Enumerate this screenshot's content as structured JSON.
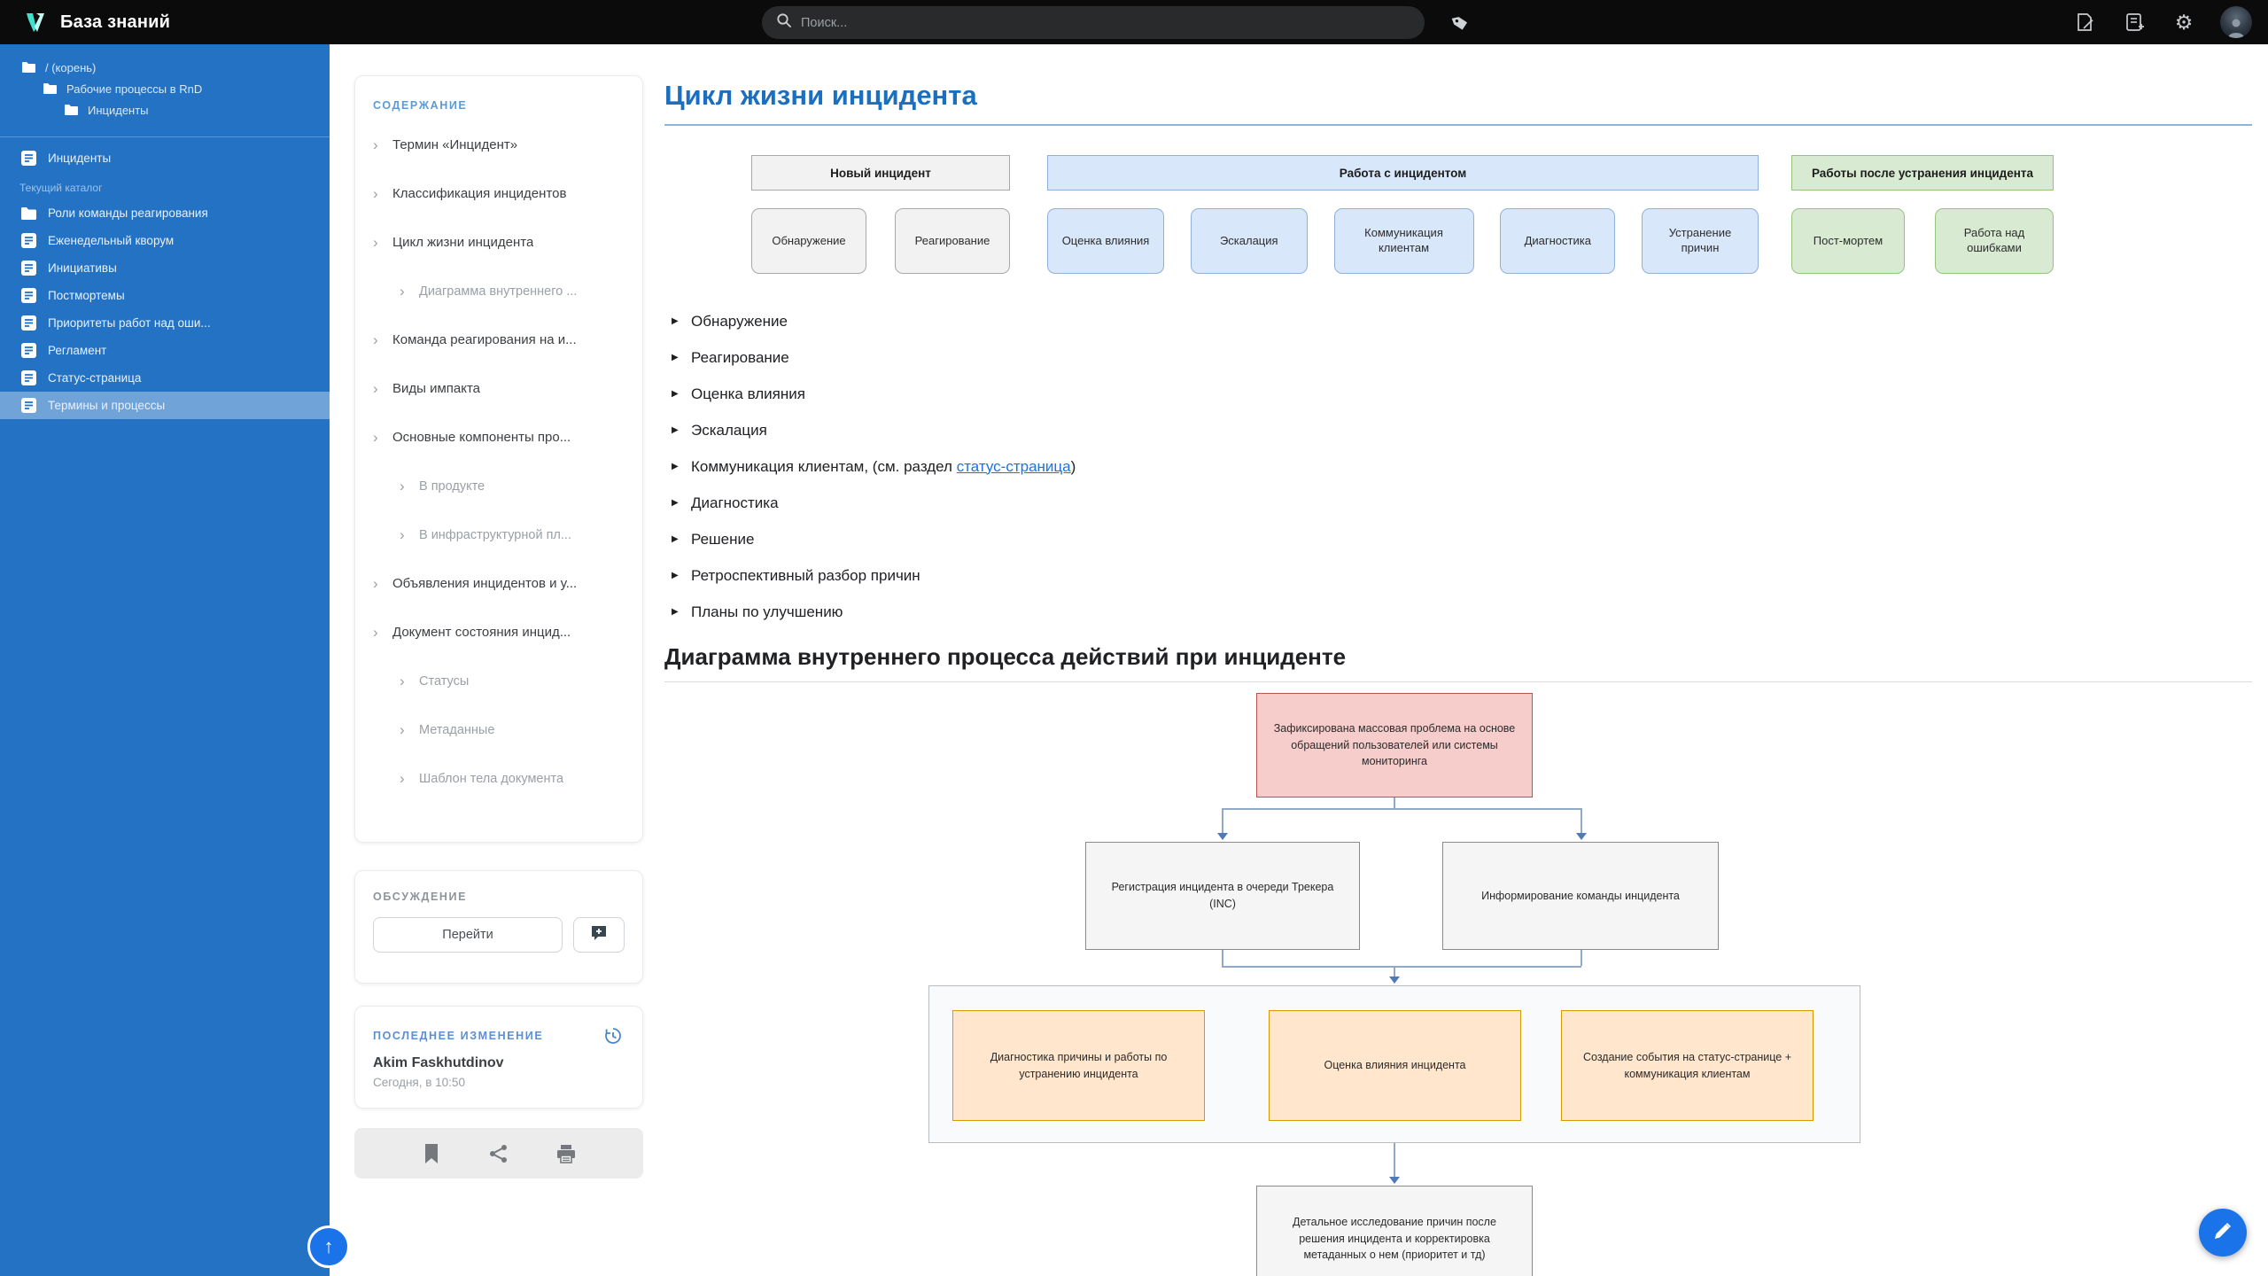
{
  "colors": {
    "topbar": "#0b0b0c",
    "sidebar": "#2472c4",
    "accent": "#1a73e8",
    "title_blue": "#1b6fc0",
    "toc_header_blue": "#5b9bd5",
    "diagram_pink": "#f6cdcb",
    "diagram_orange": "#ffe6cc",
    "diagram_blue": "#d9e7fa",
    "diagram_green": "#d9ead3"
  },
  "icons": {
    "chevron": "›",
    "bullet_triangle": "▶",
    "up_arrow": "↑",
    "gear": "⚙"
  },
  "topbar": {
    "app_title": "База знаний",
    "search_placeholder": "Поиск..."
  },
  "sidebar": {
    "tree": [
      {
        "label": "/ (корень)"
      },
      {
        "label": "Рабочие процессы в RnD"
      },
      {
        "label": "Инциденты"
      }
    ],
    "current_doc": {
      "label": "Инциденты"
    },
    "section_label": "Текущий каталог",
    "items": [
      {
        "label": "Роли команды реагирования",
        "type": "folder",
        "selected": false
      },
      {
        "label": "Еженедельный кворум",
        "type": "doc",
        "selected": false
      },
      {
        "label": "Инициативы",
        "type": "doc",
        "selected": false
      },
      {
        "label": "Постмортемы",
        "type": "doc",
        "selected": false
      },
      {
        "label": "Приоритеты работ над оши...",
        "type": "doc",
        "selected": false
      },
      {
        "label": "Регламент",
        "type": "doc",
        "selected": false
      },
      {
        "label": "Статус-страница",
        "type": "doc",
        "selected": false
      },
      {
        "label": "Термины и процессы",
        "type": "doc",
        "selected": true
      }
    ]
  },
  "toc": {
    "header": "СОДЕРЖАНИЕ",
    "items": [
      {
        "label": "Термин «Инцидент»",
        "level": 1
      },
      {
        "label": "Классификация инцидентов",
        "level": 1
      },
      {
        "label": "Цикл жизни инцидента",
        "level": 1
      },
      {
        "label": "Диаграмма внутреннего ...",
        "level": 2
      },
      {
        "label": "Команда реагирования на и...",
        "level": 1
      },
      {
        "label": "Виды импакта",
        "level": 1
      },
      {
        "label": "Основные компоненты про...",
        "level": 1
      },
      {
        "label": "В продукте",
        "level": 2
      },
      {
        "label": "В инфраструктурной пл...",
        "level": 2
      },
      {
        "label": "Объявления инцидентов и у...",
        "level": 1
      },
      {
        "label": "Документ состояния инцид...",
        "level": 1
      },
      {
        "label": "Статусы",
        "level": 2
      },
      {
        "label": "Метаданные",
        "level": 2
      },
      {
        "label": "Шаблон тела документа",
        "level": 2
      }
    ]
  },
  "discussion": {
    "header": "ОБСУЖДЕНИЕ",
    "go_label": "Перейти"
  },
  "last_change": {
    "header": "ПОСЛЕДНЕЕ ИЗМЕНЕНИЕ",
    "author": "Akim Faskhutdinov",
    "time": "Сегодня, в 10:50"
  },
  "article": {
    "title": "Цикл жизни инцидента",
    "groups": [
      {
        "label": "Новый инцидент",
        "color": "gray",
        "stages": [
          "Обнаружение",
          "Реагирование"
        ]
      },
      {
        "label": "Работа с инцидентом",
        "color": "blue",
        "stages": [
          "Оценка влияния",
          "Эскалация",
          "Коммуникация клиентам",
          "Диагностика",
          "Устранение причин"
        ]
      },
      {
        "label": "Работы после устранения инцидента",
        "color": "green",
        "stages": [
          "Пост-мортем",
          "Работа над ошибками"
        ]
      }
    ],
    "bullets": [
      {
        "text": "Обнаружение"
      },
      {
        "text": "Реагирование"
      },
      {
        "text": "Оценка влияния"
      },
      {
        "text": "Эскалация"
      },
      {
        "text": "Коммуникация клиентам, (см. раздел ",
        "link": "статус-страница",
        "suffix": ")"
      },
      {
        "text": "Диагностика"
      },
      {
        "text": "Решение"
      },
      {
        "text": "Ретроспективный разбор причин"
      },
      {
        "text": "Планы по улучшению"
      }
    ],
    "diagram": {
      "heading": "Диаграмма внутреннего процесса действий при инциденте",
      "start": "Зафиксирована массовая проблема на основе обращений пользователей или системы мониторинга",
      "branches": [
        "Регистрация инцидента в очереди Трекера (INC)",
        "Информирование команды инцидента"
      ],
      "parallel": [
        "Диагностика причины и работы по устранению инцидента",
        "Оценка влияния инцидента",
        "Создание события на статус-странице + коммуникация клиентам"
      ],
      "final": "Детальное исследование причин после решения инцидента и корректировка метаданных о нем (приоритет и тд)"
    }
  }
}
